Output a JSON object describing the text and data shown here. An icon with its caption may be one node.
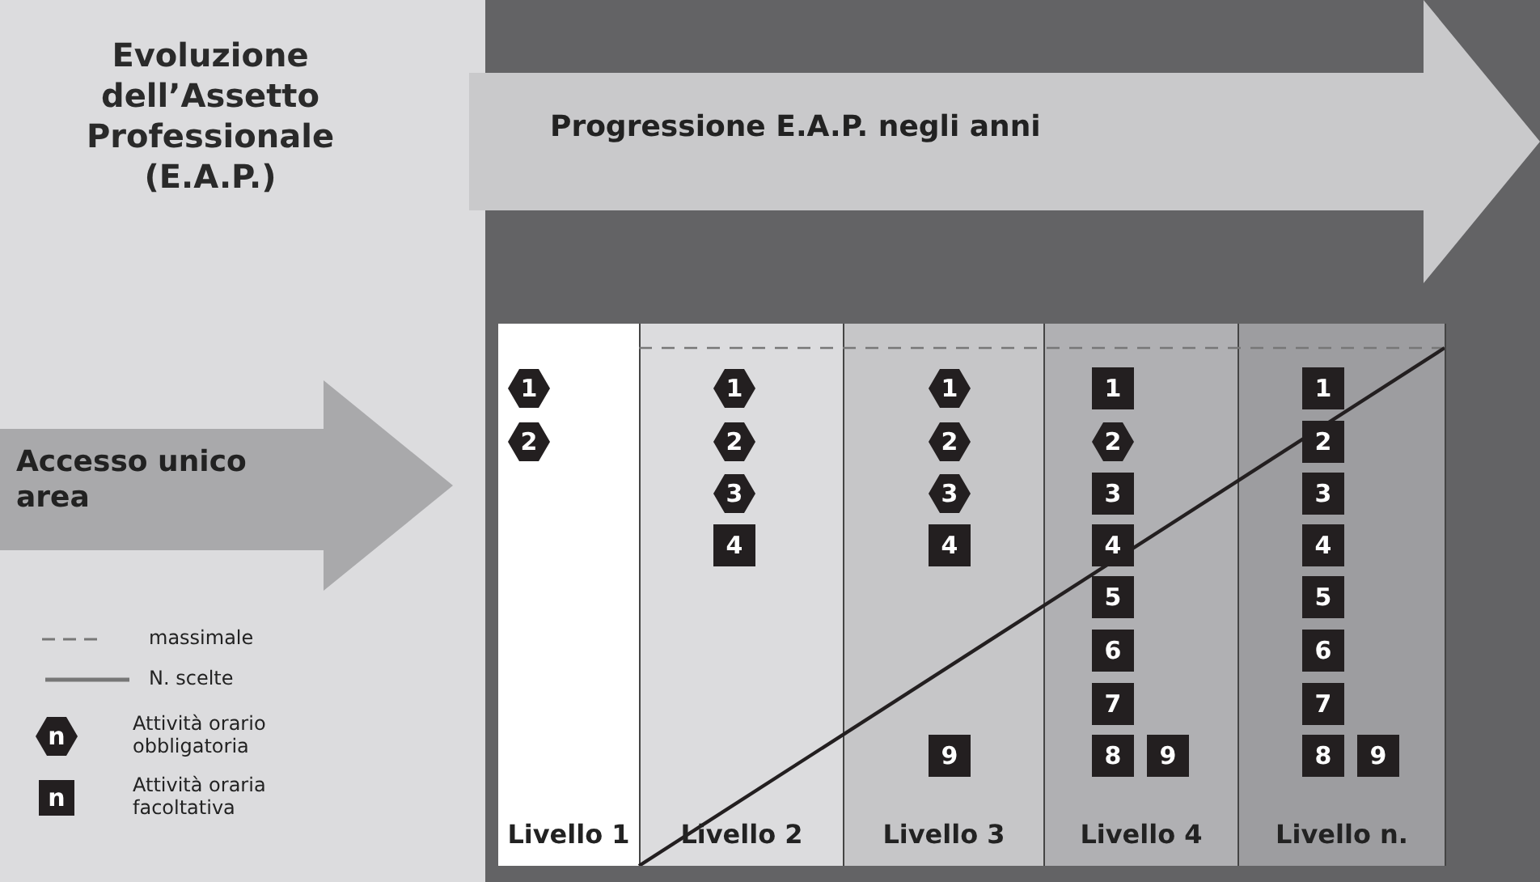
{
  "diagram": {
    "title": "Evoluzione dell’Assetto Professionale (E.A.P.)",
    "nodes": [
      {
        "text": [
          "Progressione E.A.P. negli anni"
        ]
      },
      {
        "text": [
          "Accesso unico area"
        ]
      },
      {
        "text": [
          "Livello 1"
        ]
      },
      {
        "text": [
          "1"
        ],
        "in": 2
      },
      {
        "text": [
          "2"
        ],
        "in": 2
      },
      {
        "text": [
          "Livello 2"
        ]
      },
      {
        "text": [
          "1"
        ],
        "in": 5
      },
      {
        "text": [
          "2"
        ],
        "in": 5
      },
      {
        "text": [
          "3"
        ],
        "in": 5
      },
      {
        "text": [
          "4"
        ],
        "in": 5
      },
      {
        "text": [
          "Livello 3"
        ]
      },
      {
        "text": [
          "1"
        ],
        "in": 10
      },
      {
        "text": [
          "2"
        ],
        "in": 10
      },
      {
        "text": [
          "3"
        ],
        "in": 10
      },
      {
        "text": [
          "4"
        ],
        "in": 10
      },
      {
        "text": [
          "9"
        ],
        "in": 10
      },
      {
        "text": [
          "Livello 4"
        ]
      },
      {
        "text": [
          "1"
        ],
        "in": 16
      },
      {
        "text": [
          "2"
        ],
        "in": 16
      },
      {
        "text": [
          "3"
        ],
        "in": 16
      },
      {
        "text": [
          "4"
        ],
        "in": 16
      },
      {
        "text": [
          "5"
        ],
        "in": 16
      },
      {
        "text": [
          "6"
        ],
        "in": 16
      },
      {
        "text": [
          "7"
        ],
        "in": 16
      },
      {
        "text": [
          "8"
        ],
        "in": 16
      },
      {
        "text": [
          "9"
        ],
        "in": 16
      },
      {
        "text": [
          "Livello n."
        ]
      },
      {
        "text": [
          "1"
        ],
        "in": 26
      },
      {
        "text": [
          "2"
        ],
        "in": 26
      },
      {
        "text": [
          "3"
        ],
        "in": 26
      },
      {
        "text": [
          "4"
        ],
        "in": 26
      },
      {
        "text": [
          "5"
        ],
        "in": 26
      },
      {
        "text": [
          "6"
        ],
        "in": 26
      },
      {
        "text": [
          "7"
        ],
        "in": 26
      },
      {
        "text": [
          "8"
        ],
        "in": 26
      },
      {
        "text": [
          "9"
        ],
        "in": 26
      }
    ],
    "edges": [],
    "labels": [
      "n",
      "n"
    ],
    "legend": [
      {
        "text": "massimale"
      },
      {
        "text": "N. scelte"
      },
      {
        "text": "Attività orario obbligatoria"
      },
      {
        "text": "Attività oraria facoltativa"
      }
    ]
  }
}
